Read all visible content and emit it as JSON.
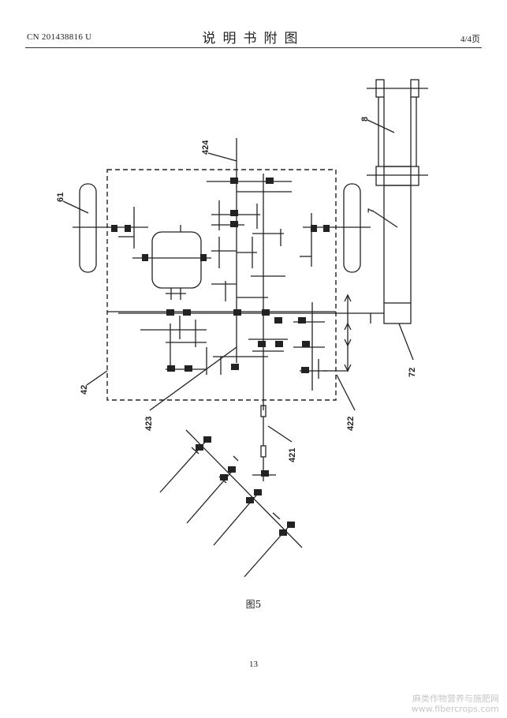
{
  "header": {
    "doc_number": "CN 201438816 U",
    "title": "说明书附图",
    "page_count": "4/4页"
  },
  "figure": {
    "caption": "图5",
    "labels": {
      "l61": "61",
      "l8": "8",
      "l7": "7",
      "l424": "424",
      "l42": "42",
      "l423": "423",
      "l421": "421",
      "l422": "422",
      "l72": "72"
    }
  },
  "footer": {
    "page_number": "13"
  },
  "watermark": {
    "line1": "麻类作物营养与施肥网",
    "line2": "www.fibercrops.com"
  }
}
